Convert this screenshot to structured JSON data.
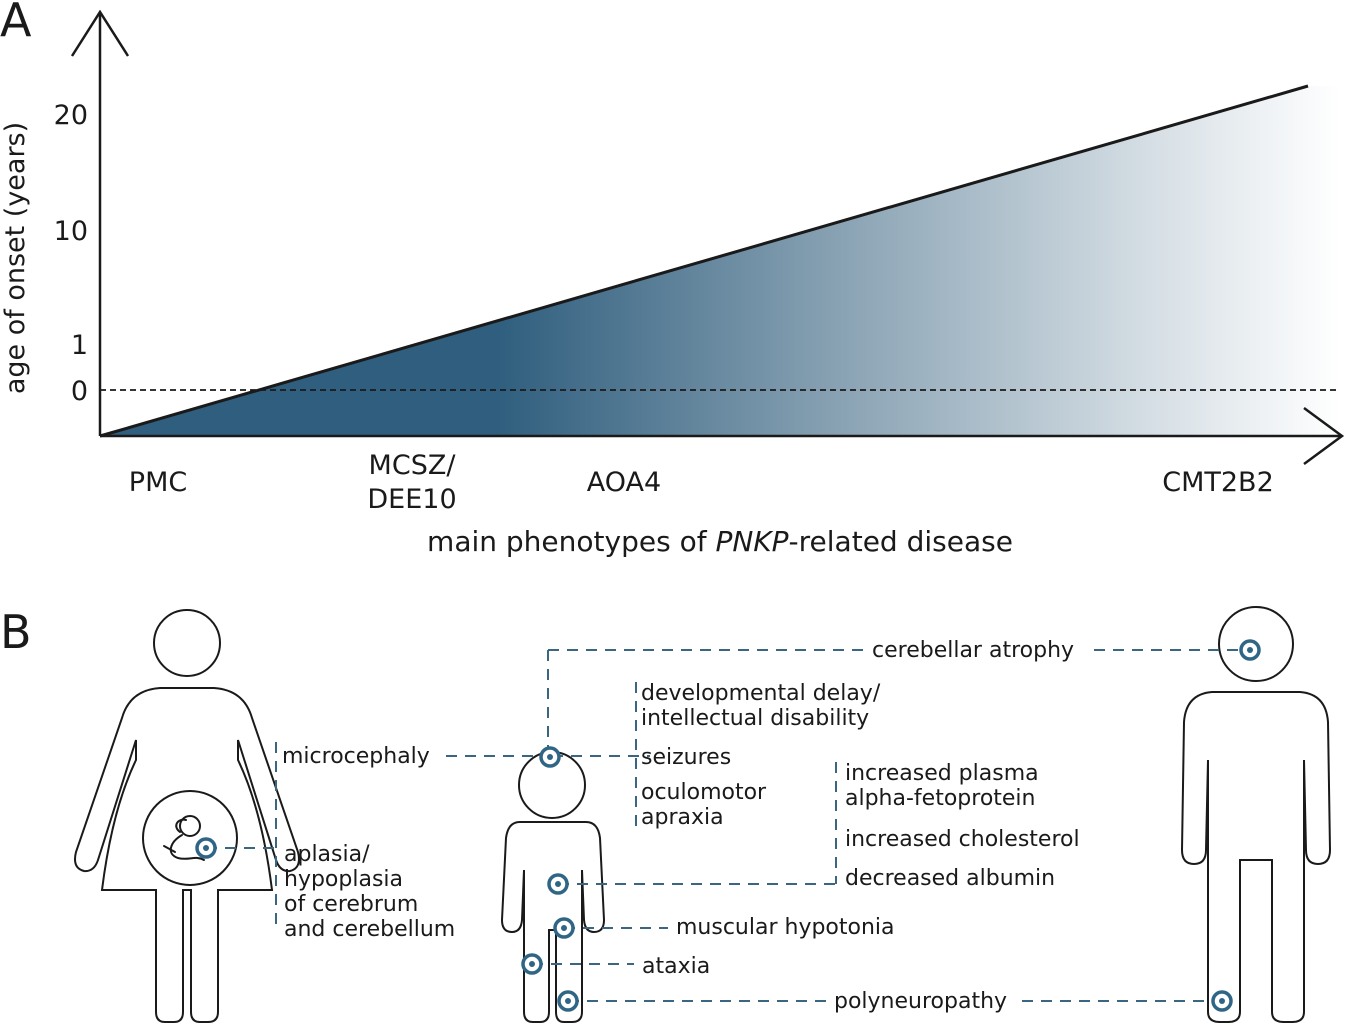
{
  "panel_a": {
    "letter": "A",
    "y_axis_label": "age of onset (years)",
    "y_ticks": [
      "20",
      "10",
      "1",
      "0"
    ],
    "x_axis_label_pre": "main phenotypes of ",
    "x_axis_label_em": "PNKP",
    "x_axis_label_post": "-related disease",
    "phenotypes": [
      {
        "lines": [
          "PMC"
        ]
      },
      {
        "lines": [
          "MCSZ/",
          "DEE10"
        ]
      },
      {
        "lines": [
          "AOA4"
        ]
      },
      {
        "lines": [
          "CMT2B2"
        ]
      }
    ],
    "gradient_color": "#2f5e7e"
  },
  "panel_b": {
    "letter": "B",
    "labels": {
      "microcephaly": "microcephaly",
      "aplasia": [
        "aplasia/",
        "hypoplasia",
        "of cerebrum",
        "and cerebellum"
      ],
      "cerebellar_atrophy": "cerebellar atrophy",
      "dev_delay": [
        "developmental delay/",
        "intellectual disability"
      ],
      "seizures": "seizures",
      "oculomotor": [
        "oculomotor",
        "apraxia"
      ],
      "afp": [
        "increased plasma",
        "alpha-fetoprotein"
      ],
      "cholesterol": "increased cholesterol",
      "albumin": "decreased albumin",
      "hypotonia": "muscular hypotonia",
      "ataxia": "ataxia",
      "polyneuropathy": "polyneuropathy"
    },
    "accent_color": "#2f6585"
  }
}
